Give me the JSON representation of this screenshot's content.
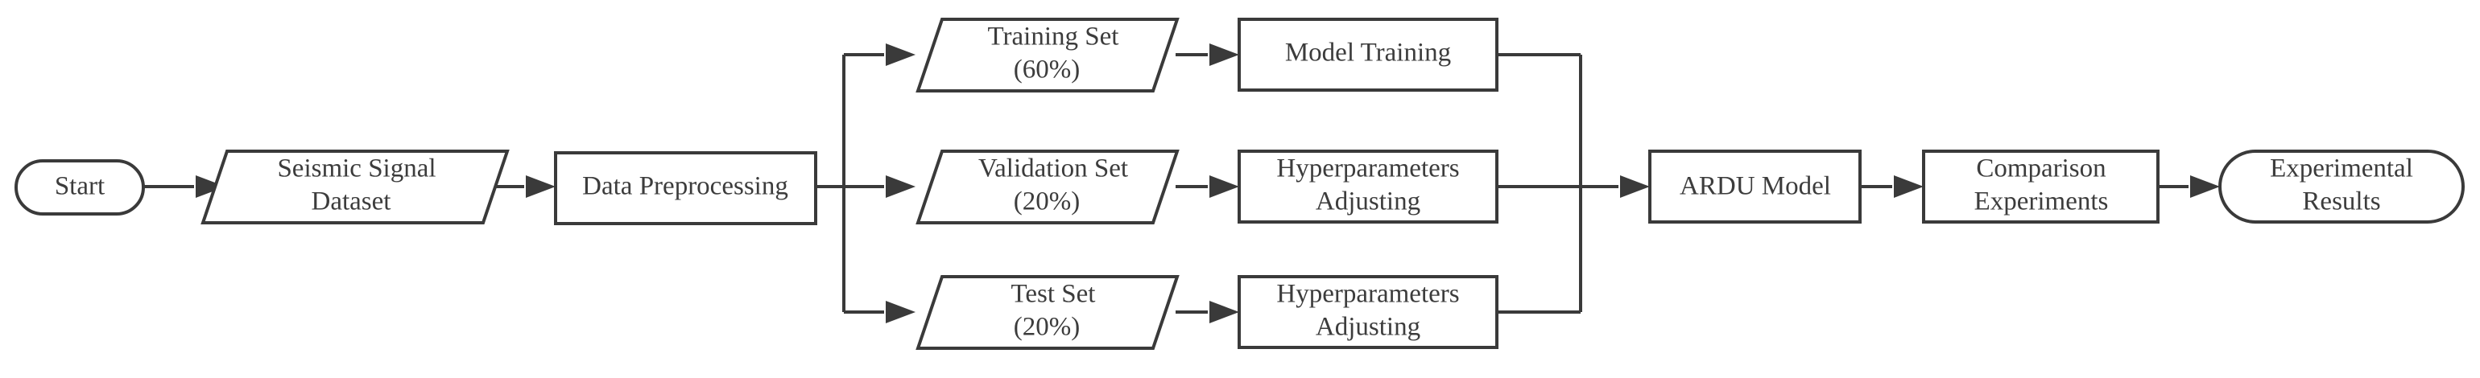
{
  "diagram": {
    "title": "ARDU Model Experimental Workflow Flowchart",
    "type": "flowchart",
    "orientation": "left-to-right",
    "colors": {
      "background": "#ffffff",
      "stroke": "#3a3a3a",
      "shape_fill": "#ffffff",
      "text": "#3c3c3c"
    }
  },
  "nodes": {
    "start": {
      "label": "Start",
      "shape": "terminator",
      "line1": "Start",
      "line2": ""
    },
    "dataset": {
      "label": "Seismic Signal Dataset",
      "shape": "parallelogram",
      "line1": "Seismic Signal",
      "line2": "Dataset"
    },
    "preprocessing": {
      "label": "Data Preprocessing",
      "shape": "process",
      "line1": "Data Preprocessing",
      "line2": ""
    },
    "training_set": {
      "label": "Training Set (60%)",
      "shape": "parallelogram",
      "line1": "Training Set",
      "line2": "(60%)",
      "split": "60%"
    },
    "validation_set": {
      "label": "Validation Set (20%)",
      "shape": "parallelogram",
      "line1": "Validation Set",
      "line2": "(20%)",
      "split": "20%"
    },
    "test_set": {
      "label": "Test Set (20%)",
      "shape": "parallelogram",
      "line1": "Test Set",
      "line2": "(20%)",
      "split": "20%"
    },
    "model_training": {
      "label": "Model Training",
      "shape": "process",
      "line1": "Model Training",
      "line2": ""
    },
    "hyperparams_validation": {
      "label": "Hyperparameters Adjusting",
      "shape": "process",
      "line1": "Hyperparameters",
      "line2": "Adjusting"
    },
    "hyperparams_test": {
      "label": "Hyperparameters Adjusting",
      "shape": "process",
      "line1": "Hyperparameters",
      "line2": "Adjusting"
    },
    "ardu_model": {
      "label": "ARDU Model",
      "shape": "process",
      "line1": "ARDU Model",
      "line2": ""
    },
    "comparison": {
      "label": "Comparison Experiments",
      "shape": "process",
      "line1": "Comparison",
      "line2": "Experiments"
    },
    "results": {
      "label": "Experimental Results",
      "shape": "terminator",
      "line1": "Experimental",
      "line2": "Results"
    }
  },
  "edges": [
    {
      "from": "start",
      "to": "dataset"
    },
    {
      "from": "dataset",
      "to": "preprocessing"
    },
    {
      "from": "preprocessing",
      "to": "training_set"
    },
    {
      "from": "preprocessing",
      "to": "validation_set"
    },
    {
      "from": "preprocessing",
      "to": "test_set"
    },
    {
      "from": "training_set",
      "to": "model_training"
    },
    {
      "from": "validation_set",
      "to": "hyperparams_validation"
    },
    {
      "from": "test_set",
      "to": "hyperparams_test"
    },
    {
      "from": "model_training",
      "to": "ardu_model"
    },
    {
      "from": "hyperparams_validation",
      "to": "ardu_model"
    },
    {
      "from": "hyperparams_test",
      "to": "ardu_model"
    },
    {
      "from": "ardu_model",
      "to": "comparison"
    },
    {
      "from": "comparison",
      "to": "results"
    }
  ]
}
